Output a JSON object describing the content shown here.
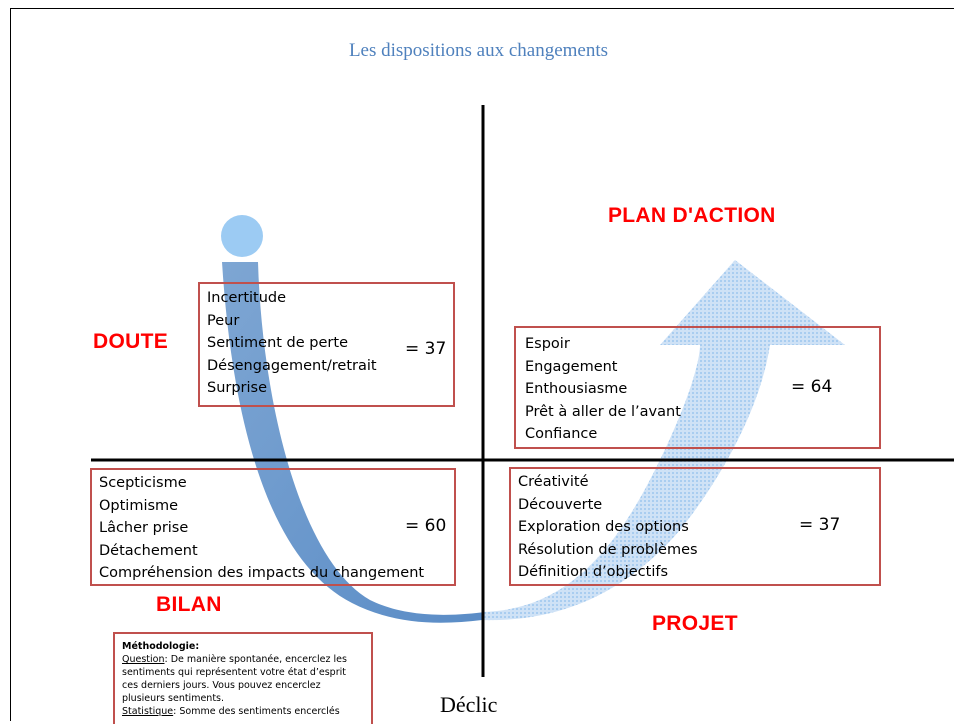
{
  "title": "Les dispositions aux changements",
  "colors": {
    "title": "#4f81bd",
    "label": "#ff0000",
    "box_border": "#c0504d",
    "arrow_dark": "#4f81bd",
    "arrow_light": "#9dc3e6"
  },
  "quadrants": {
    "doute": {
      "label": "DOUTE",
      "items": [
        "Incertitude",
        "Peur",
        "Sentiment de perte",
        "Désengagement/retrait",
        "Surprise"
      ],
      "score": "= 37"
    },
    "plan_action": {
      "label": "PLAN D'ACTION",
      "items": [
        "Espoir",
        "Engagement",
        "Enthousiasme",
        "Prêt à aller de l’avant",
        "Confiance"
      ],
      "score": "= 64"
    },
    "bilan": {
      "label": "BILAN",
      "items": [
        "Scepticisme",
        "Optimisme",
        "Lâcher prise",
        "Détachement",
        "Compréhension des impacts du changement"
      ],
      "score": "= 60"
    },
    "projet": {
      "label": "PROJET",
      "items": [
        "Créativité",
        "Découverte",
        "Exploration des options",
        "Résolution de problèmes",
        "Définition d’objectifs"
      ],
      "score": "= 37"
    }
  },
  "methodology": {
    "heading": "Méthodologie:",
    "question_label": "Question",
    "question_text": ": De manière spontanée, encerclez les sentiments qui représentent votre état d’esprit ces derniers jours. Vous pouvez encerclez plusieurs sentiments.",
    "stat_label": "Statistique",
    "stat_text": ": Somme des sentiments encerclés"
  },
  "bottom_label": "Déclic"
}
